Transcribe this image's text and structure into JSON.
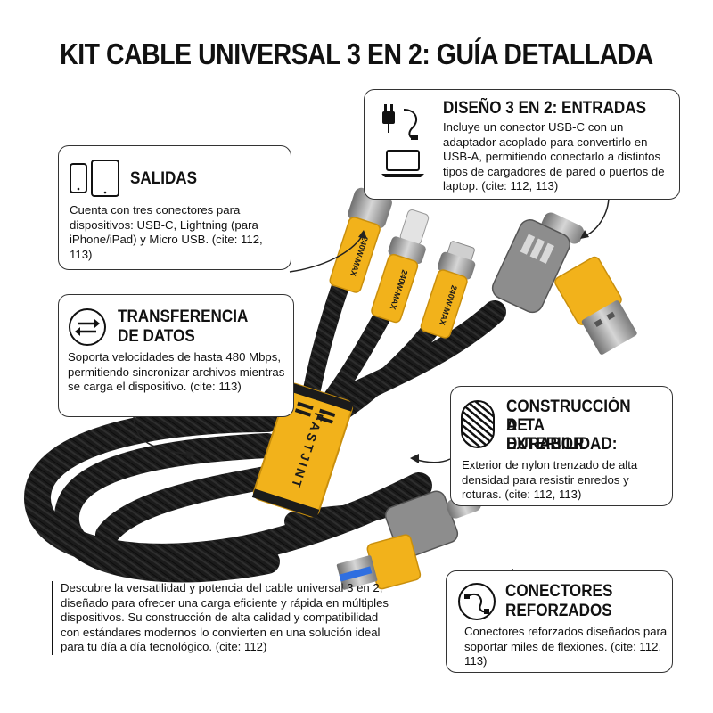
{
  "title": "KIT CABLE UNIVERSAL 3 EN 2: GUÍA DETALLADA",
  "callouts": {
    "design": {
      "heading": "DISEÑO 3 EN 2: ENTRADAS",
      "body": "Incluye un conector USB-C con un adaptador acoplado para convertirlo en USB-A, permitiendo conectarlo a distintos tipos de cargadores de pared o puertos de laptop. (cite: 112, 113)",
      "icons": [
        "plug-cable-icon",
        "laptop-icon"
      ]
    },
    "outputs": {
      "heading": "SALIDAS",
      "body": "Cuenta con tres conectores para dispositivos: USB-C, Lightning (para iPhone/iPad) y Micro USB. (cite: 112, 113)",
      "icons": [
        "phone-tablet-icon"
      ]
    },
    "data": {
      "heading_line1": "TRANSFERENCIA",
      "heading_line2": "DE DATOS",
      "body": "Soporta velocidades de hasta 480 Mbps, permitiendo sincronizar archivos mientras se carga el dispositivo. (cite: 113)",
      "icons": [
        "sync-arrows-icon"
      ]
    },
    "construction": {
      "heading_line1": "CONSTRUCCIÓN DE",
      "heading_line2": "ALTA DURABILIDAD:",
      "heading_line3": "EXTERIOR",
      "body": "Exterior de nylon trenzado de alta densidad para resistir enredos y roturas. (cite: 112, 113)",
      "icons": [
        "braided-cable-icon"
      ]
    },
    "connectors": {
      "heading_line1": "CONECTORES",
      "heading_line2": "REFORZADOS",
      "body": "Conectores reforzados diseñados para soportar miles de flexiones. (cite: 112, 113)",
      "icons": [
        "bent-cable-icon"
      ]
    }
  },
  "description": "Descubre la versatilidad y potencia del cable universal 3 en 2, diseñado para ofrecer una carga eficiente y rápida en múltiples dispositivos. Su construcción de alta calidad y compatibilidad con estándares modernos lo convierten en una solución ideal para tu día a día tecnológico. (cite: 112)",
  "product": {
    "brand": "FASTJINT",
    "connector_label": "240W-MAX",
    "colors": {
      "yellow": "#f2b21b",
      "cable": "#1b1b1b",
      "metal": "#8d8d8d",
      "usb_blue": "#2f6fe0"
    }
  }
}
